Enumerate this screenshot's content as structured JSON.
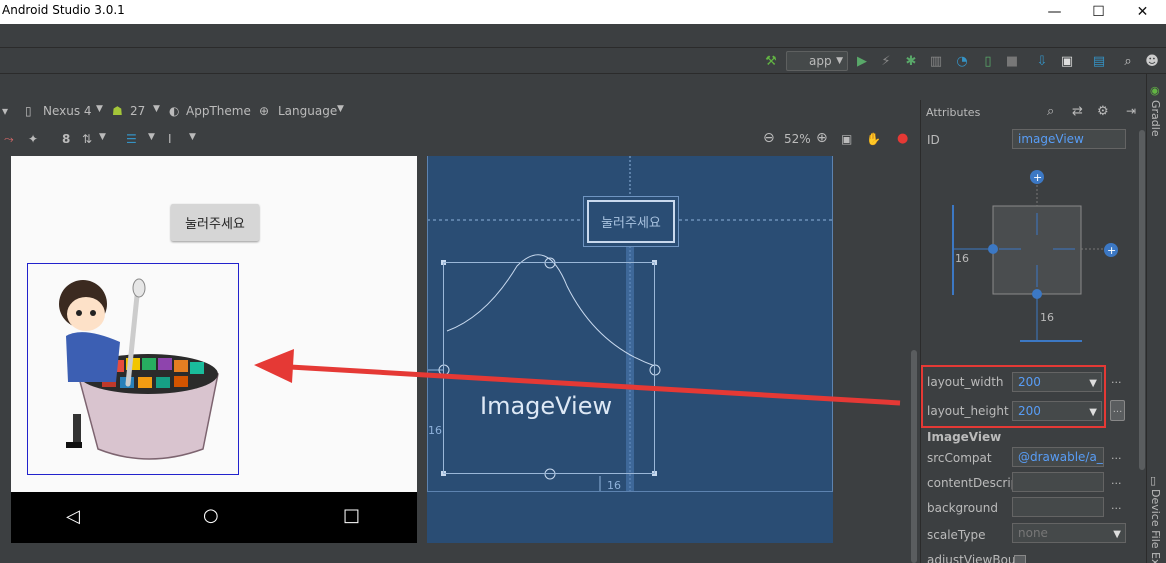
{
  "window": {
    "title": "Android Studio 3.0.1",
    "minimize": "—",
    "maximize": "☐",
    "close": "✕"
  },
  "toolbar": {
    "run_config": "app"
  },
  "design_toolbar": {
    "device": "Nexus 4",
    "api": "27",
    "theme": "AppTheme",
    "language": "Language",
    "margin": "8",
    "zoom": "52%"
  },
  "preview": {
    "button_label": "눌러주세요"
  },
  "blueprint": {
    "button_label": "눌러주세요",
    "image_label": "ImageView",
    "margin_left": "16",
    "margin_bottom": "16"
  },
  "attributes": {
    "title": "Attributes",
    "id_label": "ID",
    "id_value": "imageView",
    "constraint_left": "16",
    "constraint_bottom": "16",
    "layout_width_label": "layout_width",
    "layout_width_value": "200",
    "layout_height_label": "layout_height",
    "layout_height_value": "200",
    "section_title": "ImageView",
    "src_label": "srcCompat",
    "src_value": "@drawable/a_r",
    "content_label": "contentDescrip",
    "background_label": "background",
    "scale_label": "scaleType",
    "scale_value": "none",
    "adjust_label": "adjustViewBou",
    "more": "..."
  },
  "side_tabs": {
    "gradle": "Gradle",
    "device_file": "Device File Exp"
  },
  "colors": {
    "accent_red": "#e53935",
    "blueprint": "#2a4d74",
    "link_blue": "#589df6"
  }
}
